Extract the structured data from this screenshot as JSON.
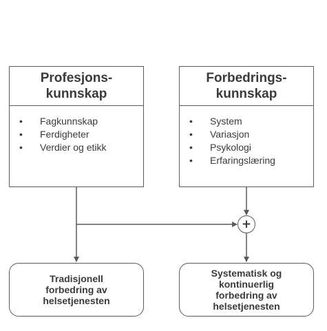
{
  "left_box": {
    "title_line1": "Profesjons-",
    "title_line2": "kunnskap",
    "items": [
      "Fagkunnskap",
      "Ferdigheter",
      "Verdier og etikk"
    ]
  },
  "right_box": {
    "title_line1": "Forbedrings-",
    "title_line2": "kunnskap",
    "items": [
      "System",
      "Variasjon",
      "Psykologi",
      "Erfaringslæring"
    ]
  },
  "bullet_char": "•",
  "combine_symbol": "+",
  "left_outcome": {
    "lines": [
      "Tradisjonell",
      "forbedring av",
      "helsetjenesten"
    ]
  },
  "right_outcome": {
    "lines": [
      "Systematisk og",
      "kontinuerlig",
      "forbedring av",
      "helsetjenesten"
    ]
  },
  "colors": {
    "line": "#5a5a5a",
    "text": "#3a3a3a",
    "background": "#ffffff"
  }
}
